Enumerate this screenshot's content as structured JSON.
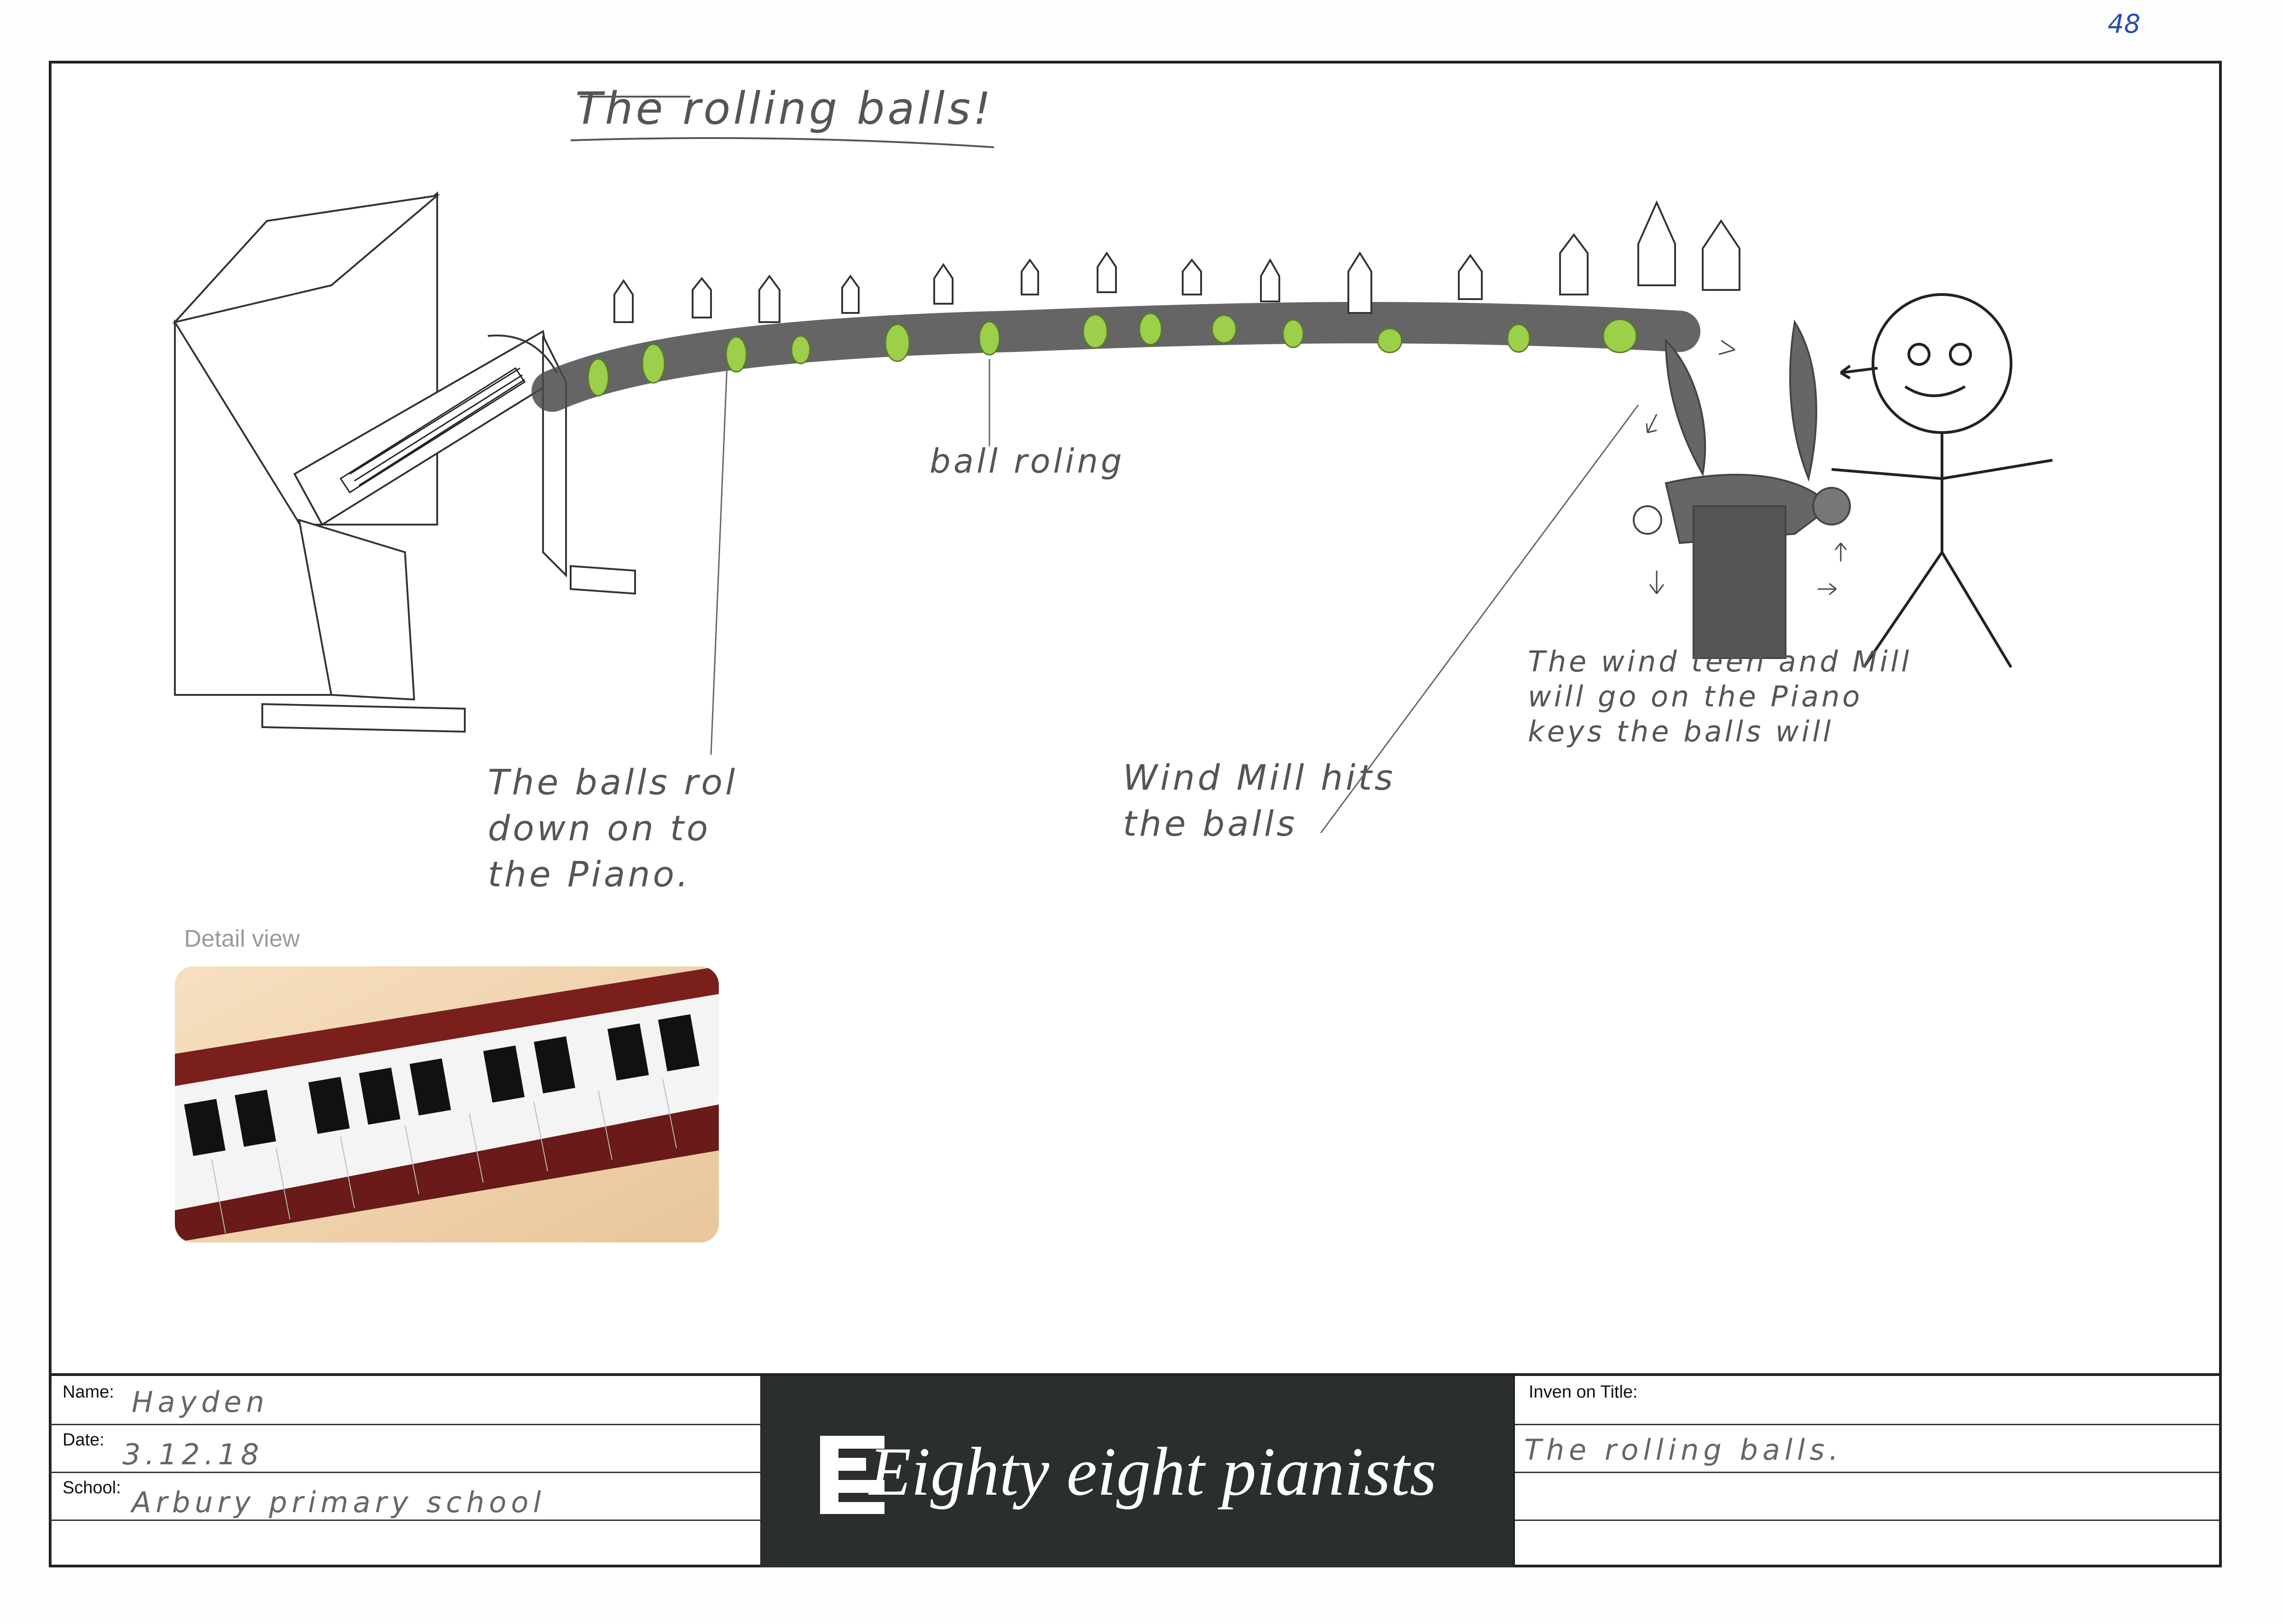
{
  "page_number": "48",
  "sheet": {
    "drawing_title": "The rolling balls!",
    "annotations": {
      "ball_rolling": "ball roling",
      "balls_roll_down": "The balls rol down on to the Piano.",
      "windmill_hits": "Wind Mill hits the balls",
      "wind_note": "The wind teen and Mill will go on the Piano keys the balls will"
    },
    "detail_caption": "Detail view"
  },
  "title_block": {
    "name_label": "Name:",
    "name_value": "Hayden",
    "date_label": "Date:",
    "date_value": "3.12.18",
    "school_label": "School:",
    "school_value": "Arbury primary school",
    "brand": "Eighty eight pianists",
    "invention_title_label": "Inven on Title:",
    "invention_title_value": "The rolling balls."
  },
  "colors": {
    "frame": "#222222",
    "brand_bg": "#2b2e2f",
    "ball_green": "#9ccf4a",
    "pencil": "#555555"
  }
}
